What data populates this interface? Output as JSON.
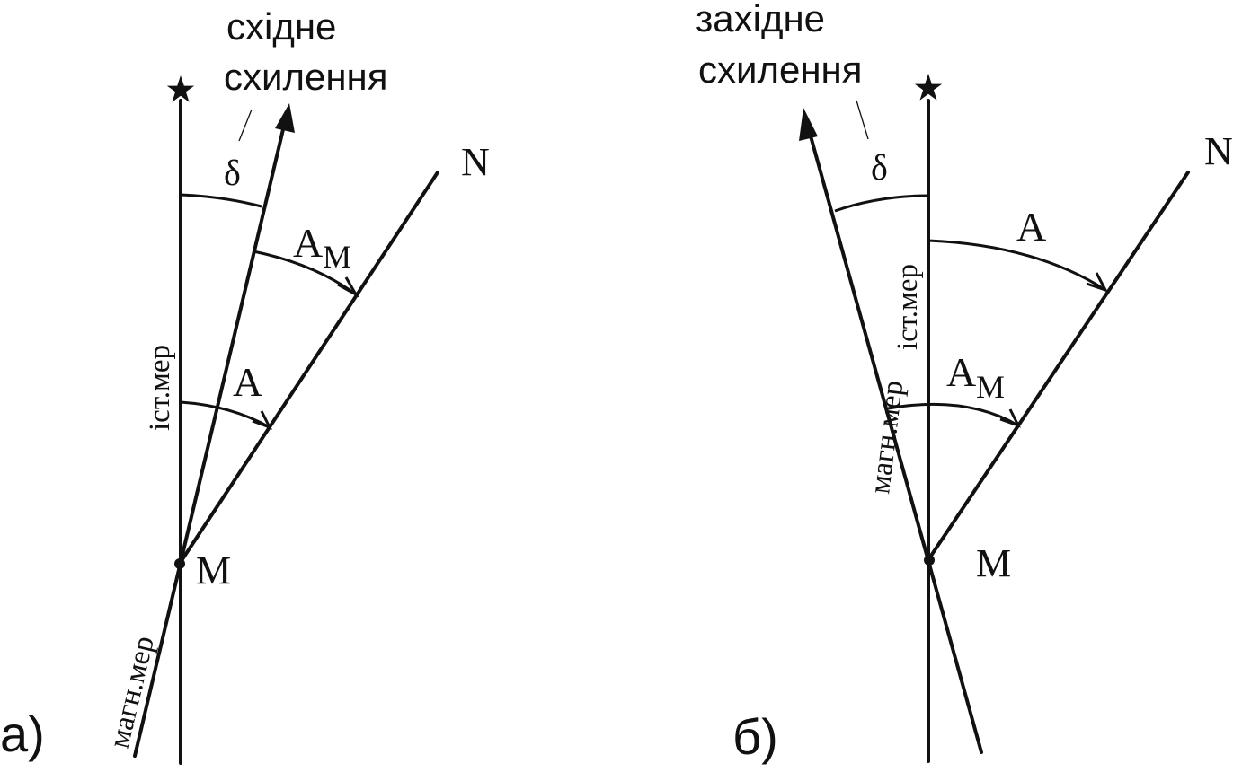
{
  "diagram": {
    "panel_a": {
      "caption": "а)",
      "declination_title_line1": "східне",
      "declination_title_line2": "схилення",
      "delta_label": "δ",
      "magnetic_azimuth_label": "A",
      "magnetic_azimuth_subscript": "M",
      "true_azimuth_label": "A",
      "true_meridian_label": "іст.мер",
      "magnetic_meridian_label": "магн.мер",
      "point_m_label": "M",
      "point_n_label": "N"
    },
    "panel_b": {
      "caption": "б)",
      "declination_title_line1": "західне",
      "declination_title_line2": "схилення",
      "delta_label": "δ",
      "true_azimuth_label": "A",
      "magnetic_azimuth_label": "A",
      "magnetic_azimuth_subscript": "M",
      "true_meridian_label": "іст.мер",
      "magnetic_meridian_label": "магн.мер",
      "point_m_label": "M",
      "point_n_label": "N"
    },
    "colors": {
      "ink": "#111111",
      "background": "#ffffff"
    }
  }
}
